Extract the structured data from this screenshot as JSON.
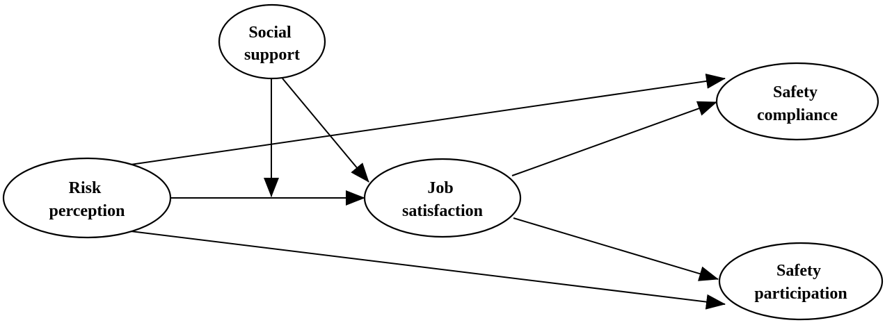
{
  "diagram": {
    "nodes": [
      {
        "id": "social_support",
        "lines": [
          "Social",
          "support"
        ]
      },
      {
        "id": "risk_perception",
        "lines": [
          "Risk",
          "perception"
        ]
      },
      {
        "id": "job_satisfaction",
        "lines": [
          "Job",
          "satisfaction"
        ]
      },
      {
        "id": "safety_compliance",
        "lines": [
          "Safety",
          "compliance"
        ]
      },
      {
        "id": "safety_participation",
        "lines": [
          "Safety",
          "participation"
        ]
      }
    ],
    "edges": [
      {
        "from": "risk_perception",
        "to": "job_satisfaction"
      },
      {
        "from": "social_support",
        "to": "job_satisfaction"
      },
      {
        "from": "social_support",
        "to": "risk_perception-job_satisfaction",
        "type": "moderation"
      },
      {
        "from": "risk_perception",
        "to": "safety_compliance"
      },
      {
        "from": "risk_perception",
        "to": "safety_participation"
      },
      {
        "from": "job_satisfaction",
        "to": "safety_compliance"
      },
      {
        "from": "job_satisfaction",
        "to": "safety_participation"
      }
    ],
    "colors": {
      "stroke": "#000000",
      "fill": "#ffffff",
      "text": "#000000"
    }
  }
}
